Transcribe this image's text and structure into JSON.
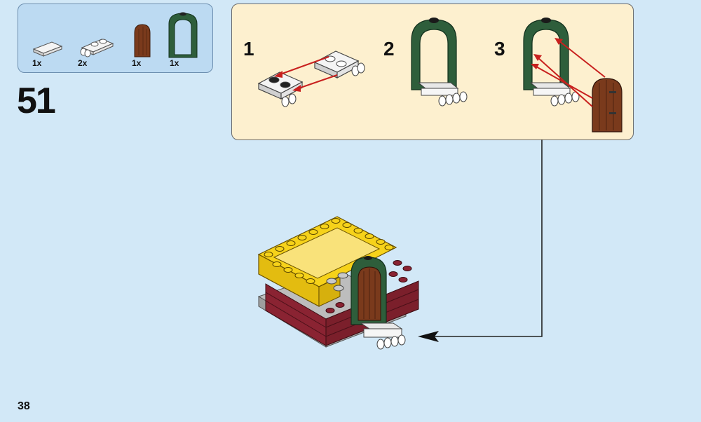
{
  "parts_list": {
    "items": [
      {
        "name": "white-tile-1x2",
        "qty": "1x"
      },
      {
        "name": "white-plate-clip",
        "qty": "2x"
      },
      {
        "name": "brown-door",
        "qty": "1x"
      },
      {
        "name": "green-arch-frame",
        "qty": "1x"
      }
    ]
  },
  "step": {
    "number": "51"
  },
  "substeps": [
    {
      "label": "1"
    },
    {
      "label": "2"
    },
    {
      "label": "3"
    }
  ],
  "page": {
    "number": "38"
  },
  "colors": {
    "background": "#d2e8f7",
    "parts_box": "#bcdaf2",
    "substep_box": "#fdf0cf",
    "arrow_red": "#c8201e",
    "green": "#2e5e3b",
    "brown": "#7a3a1c",
    "yellow": "#f6d21a",
    "dark_red": "#7b1f2b"
  }
}
